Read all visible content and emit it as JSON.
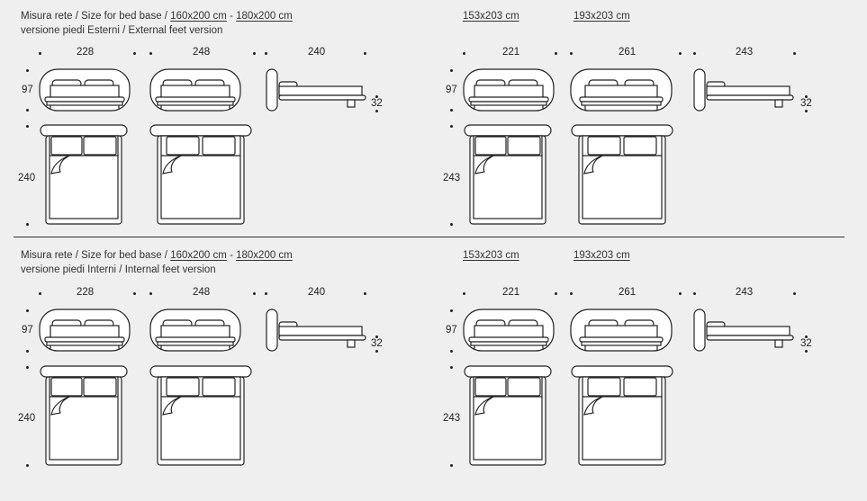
{
  "divider": true,
  "sections": [
    {
      "header": {
        "prefix": "Misura rete / Size for bed base /",
        "size_a": "160x200 cm",
        "sep": "-",
        "size_b": "180x200 cm",
        "subtitle": "versione piedi Esterni / External feet version",
        "size_c": "153x203 cm",
        "size_d": "193x203 cm"
      },
      "left": {
        "w1": "228",
        "w2": "248",
        "len_side": "240",
        "height": "97",
        "feet_h": "32",
        "len_top": "240"
      },
      "right": {
        "w1": "221",
        "w2": "261",
        "len_side": "243",
        "height": "97",
        "feet_h": "32",
        "len_top": "243"
      }
    },
    {
      "header": {
        "prefix": "Misura rete / Size for bed base /",
        "size_a": "160x200 cm",
        "sep": "-",
        "size_b": "180x200 cm",
        "subtitle": "versione piedi Interni / Internal feet version",
        "size_c": "153x203 cm",
        "size_d": "193x203 cm"
      },
      "left": {
        "w1": "228",
        "w2": "248",
        "len_side": "240",
        "height": "97",
        "feet_h": "32",
        "len_top": "240"
      },
      "right": {
        "w1": "221",
        "w2": "261",
        "len_side": "243",
        "height": "97",
        "feet_h": "32",
        "len_top": "243"
      }
    }
  ]
}
